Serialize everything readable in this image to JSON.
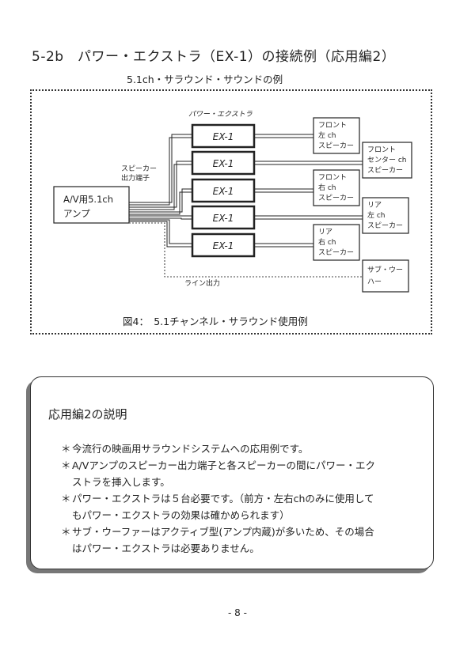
{
  "header": {
    "title": "5-2b　パワー・エクストラ（EX-1）の接続例（応用編2）",
    "subtitle": "5.1ch・サラウンド・サウンドの例"
  },
  "diagram": {
    "amp_line1": "A/V用5.1ch",
    "amp_line2": "アンプ",
    "speaker_out_line1": "スピーカー",
    "speaker_out_line2": "出力端子",
    "power_extra_label": "パワー・エクストラ",
    "units": [
      "EX-1",
      "EX-1",
      "EX-1",
      "EX-1",
      "EX-1"
    ],
    "speakers": [
      {
        "line1": "フロント",
        "line2": "左 ch",
        "line3": "スピーカー"
      },
      {
        "line1": "フロント",
        "line2": "センター ch",
        "line3": "スピーカー"
      },
      {
        "line1": "フロント",
        "line2": "右 ch",
        "line3": "スピーカー"
      },
      {
        "line1": "リア",
        "line2": "左 ch",
        "line3": "スピーカー"
      },
      {
        "line1": "リア",
        "line2": "右 ch",
        "line3": "スピーカー"
      },
      {
        "line1": "サブ・ウー",
        "line2": "ハー",
        "line3": ""
      }
    ],
    "line_out_label": "ライン出力",
    "caption": "図4：　5.1チャンネル・サラウンド使用例"
  },
  "explanation": {
    "title": "応用編2の説明",
    "bullet_mark": "＊",
    "items": [
      "今流行の映画用サラウンドシステムへの応用例です。",
      "A/Vアンプのスピーカー出力端子と各スピーカーの間にパワー・エク\nストラを挿入します。",
      "パワー・エクストラは５台必要です。（前方・左右chのみに使用して\nもパワー・エクストラの効果は確かめられます）",
      "サブ・ウーファーはアクティブ型(アンプ内蔵)が多いため、その場合\nはパワー・エクストラは必要ありません。"
    ]
  },
  "footer": {
    "page_number": "- 8 -"
  }
}
